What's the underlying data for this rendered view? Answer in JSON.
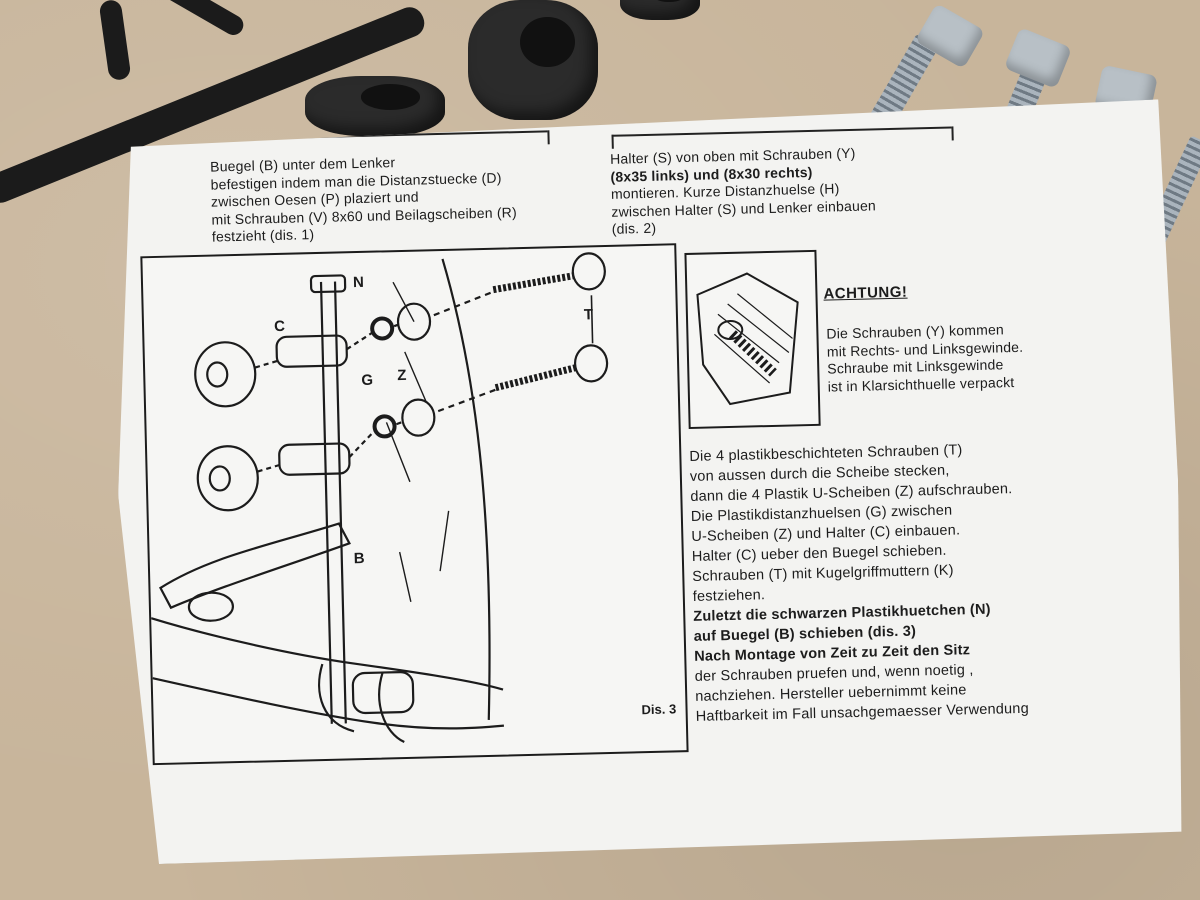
{
  "sheet": {
    "left_instructions": [
      "Buegel (B) unter dem Lenker",
      "befestigen indem man die Distanzstuecke (D)",
      "zwischen Oesen (P) plaziert und",
      "mit Schrauben (V) 8x60 und Beilagscheiben (R)",
      "festzieht (dis. 1)"
    ],
    "right_instructions": [
      "Halter (S) von oben mit Schrauben (Y)",
      "(8x35 links) und (8x30 rechts)",
      "montieren. Kurze Distanzhuelse  (H)",
      "zwischen Halter (S) und Lenker einbauen",
      "(dis. 2)"
    ],
    "warning": {
      "title": "ACHTUNG!",
      "lines": [
        "Die Schrauben (Y) kommen",
        "mit Rechts- und Linksgewinde.",
        "Schraube mit Linksgewinde",
        "ist in Klarsichthuelle verpackt"
      ]
    },
    "mounting_steps": [
      "Die 4 plastikbeschichteten Schrauben (T)",
      "von aussen durch  die Scheibe stecken,",
      "dann die 4 Plastik U-Scheiben (Z) aufschrauben.",
      "Die Plastikdistanzhuelsen (G) zwischen",
      "U-Scheiben (Z) und Halter (C) einbauen.",
      "Halter (C) ueber den Buegel schieben.",
      "Schrauben (T) mit Kugelgriffmuttern (K)",
      "festziehen."
    ],
    "final_steps": [
      "Zuletzt die schwarzen Plastikhuetchen (N)",
      "auf Buegel (B) schieben (dis. 3)",
      "Nach Montage von Zeit zu Zeit den Sitz"
    ],
    "closing_lines": [
      "der Schrauben pruefen und, wenn noetig ,",
      "nachziehen. Hersteller uebernimmt keine",
      "Haftbarkeit im Fall unsachgemaesser Verwendung"
    ],
    "diagram": {
      "caption": "Dis. 3",
      "labels": {
        "n": "N",
        "c": "C",
        "g": "G",
        "z": "Z",
        "t": "T",
        "b": "B"
      }
    }
  }
}
